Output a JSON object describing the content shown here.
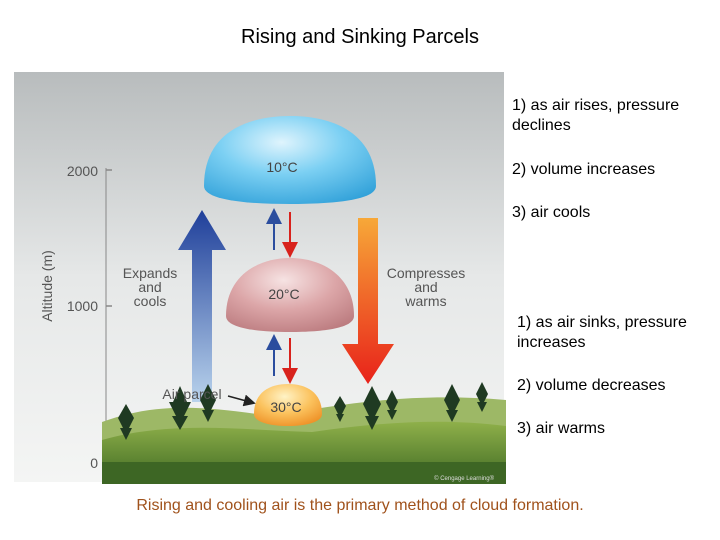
{
  "title": "Rising and Sinking Parcels",
  "diagram": {
    "y_axis_label": "Altitude (m)",
    "y_ticks": [
      "2000",
      "1000",
      "0"
    ],
    "parcels": [
      {
        "temp": "10°C"
      },
      {
        "temp": "20°C"
      },
      {
        "temp": "30°C"
      }
    ],
    "left_arrow_label": [
      "Expands",
      "and",
      "cools"
    ],
    "right_arrow_label": [
      "Compresses",
      "and",
      "warms"
    ],
    "air_parcel_label": "Air parcel",
    "credit": "© Cengage Learning®"
  },
  "rising_notes": [
    "1)  as air rises, pressure declines",
    "2)  volume increases",
    "3)  air cools"
  ],
  "sinking_notes": [
    "1)  as air sinks, pressure increases",
    "2)  volume decreases",
    "3)  air warms"
  ],
  "footer": "Rising and cooling air is the primary method of cloud formation."
}
